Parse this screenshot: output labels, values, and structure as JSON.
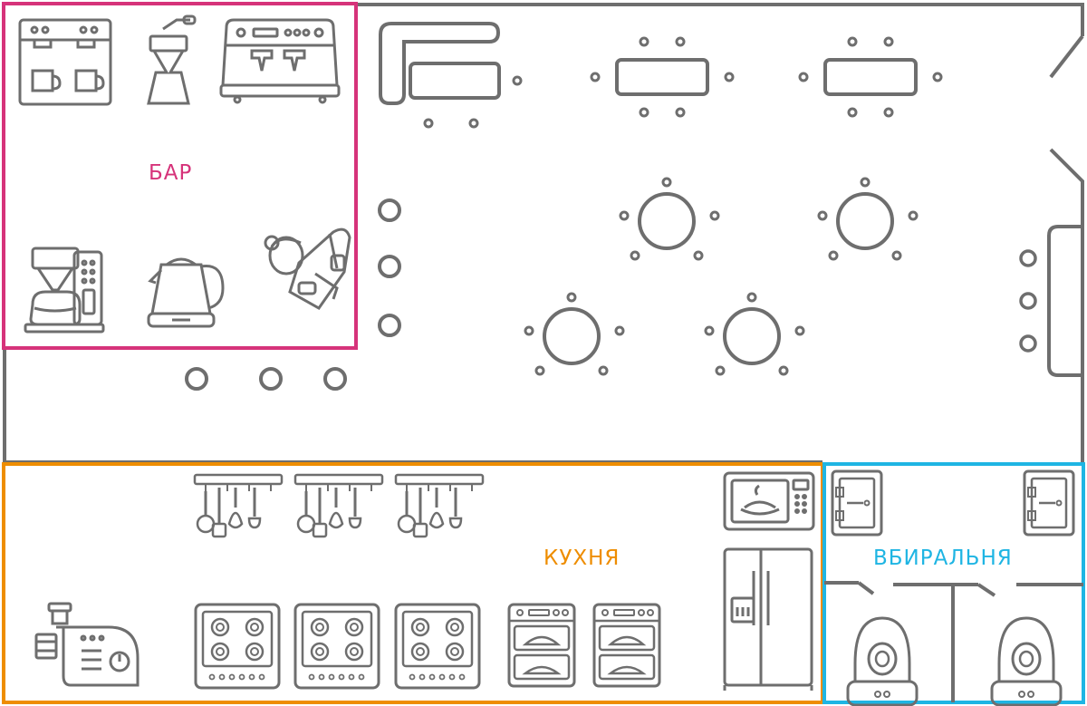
{
  "zones": {
    "bar": {
      "label": "БАР",
      "color": "#d6337a"
    },
    "kitchen": {
      "label": "КУХНЯ",
      "color": "#ee8d00"
    },
    "restroom": {
      "label": "ВБИРАЛЬНЯ",
      "color": "#1fb5e3"
    }
  },
  "colors": {
    "wall": "#6e6e6e",
    "icon": "#6e6e6e"
  },
  "icons": {
    "bar": [
      "coffee-machine-icon",
      "coffee-grinder-icon",
      "espresso-machine-icon",
      "drip-coffee-maker-icon",
      "electric-kettle-icon",
      "barista-icon"
    ],
    "dining": [
      "bar-stool-icon",
      "rectangular-table-icon",
      "round-table-icon",
      "chair-icon",
      "sofa-icon"
    ],
    "kitchen": [
      "utensil-rack-icon",
      "stove-icon",
      "oven-icon",
      "microwave-icon",
      "refrigerator-icon",
      "meat-grinder-icon"
    ],
    "restroom": [
      "toilet-icon",
      "sink-cabinet-icon"
    ]
  }
}
